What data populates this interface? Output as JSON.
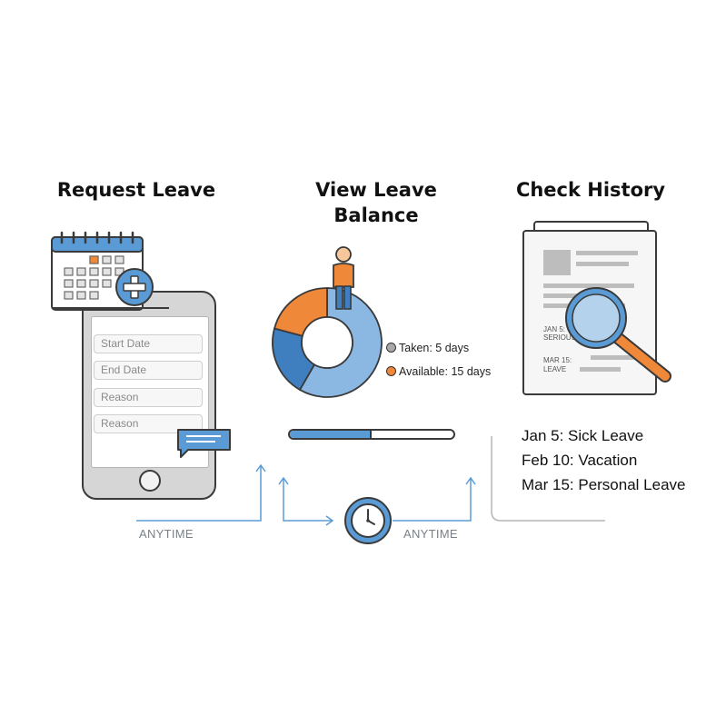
{
  "sections": {
    "request": {
      "title": "Request Leave"
    },
    "balance": {
      "title_line1": "View Leave",
      "title_line2": "Balance"
    },
    "history": {
      "title": "Check History"
    }
  },
  "request_form": {
    "fields": [
      "Start Date",
      "End Date",
      "Reason",
      "Reason"
    ]
  },
  "balance": {
    "legend": {
      "taken": {
        "label": "Taken: 5 days",
        "color": "#a9a9a9"
      },
      "available": {
        "label": "Available: 15 days",
        "color": "#f0883a"
      }
    },
    "progress_fraction": 0.5
  },
  "history": {
    "document_lines": [
      "JAN 5: SICK",
      "SERIOUS",
      "MAR 15:",
      "LEAVE"
    ],
    "items": [
      "Jan 5: Sick Leave",
      "Feb 10: Vacation",
      "Mar 15: Personal Leave"
    ]
  },
  "flow": {
    "label_left": "ANYTIME",
    "label_right": "ANYTIME"
  },
  "colors": {
    "blue": "#5b9bd5",
    "dark_blue": "#3f7fbf",
    "light_blue": "#8ab8e3",
    "orange": "#f0883a",
    "outline": "#3a3a3a"
  },
  "icons": {
    "calendar": "calendar-icon",
    "add": "plus-icon",
    "chat": "chat-bubble-icon",
    "person": "person-icon",
    "magnifier": "magnifier-icon",
    "clock": "clock-icon"
  }
}
